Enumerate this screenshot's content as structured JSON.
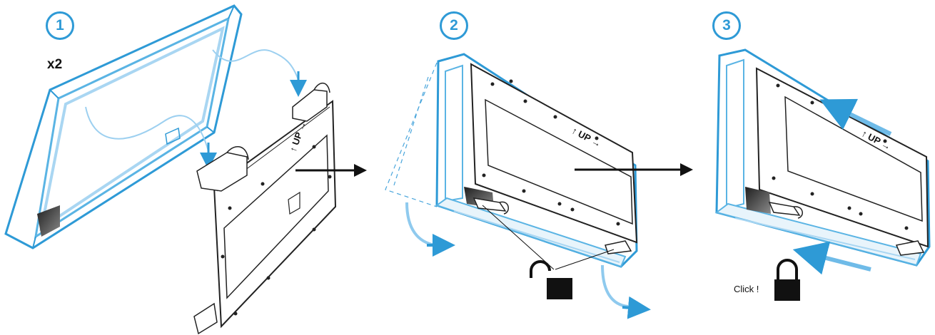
{
  "steps": [
    {
      "number": "1"
    },
    {
      "number": "2"
    },
    {
      "number": "3"
    }
  ],
  "quantity_label": "x2",
  "click_label": "Click !",
  "plate_marking": "↑ UP →",
  "icons": [
    "arrow-right-icon",
    "unlock-icon",
    "lock-icon",
    "curved-arrow-icon"
  ],
  "colors": {
    "accent_blue": "#2e9ad6",
    "frame_blue": "#5ab4e4",
    "light_blue": "#a9d6f2",
    "arrow_dark": "#111111",
    "plate_line": "#222222",
    "patch_dark": "#3a3a3a"
  }
}
